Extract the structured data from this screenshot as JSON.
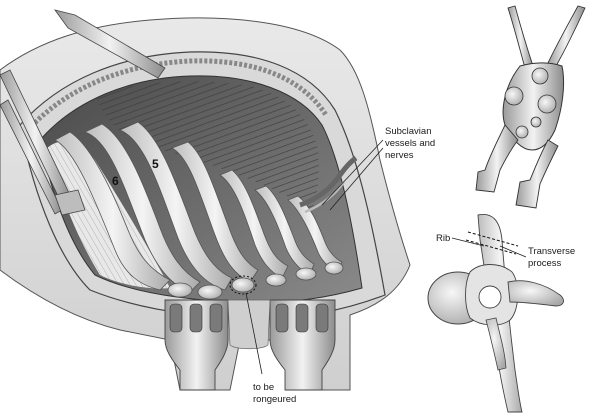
{
  "labels": {
    "rib_six": "6",
    "rib_five": "5",
    "subclavian_line1": "Subclavian",
    "subclavian_line2": "vessels and",
    "subclavian_line3": "nerves",
    "rib": "Rib",
    "transverse_line1": "Transverse",
    "transverse_line2": "process",
    "rongeur_line1": "to be",
    "rongeur_line2": "rongeured"
  }
}
